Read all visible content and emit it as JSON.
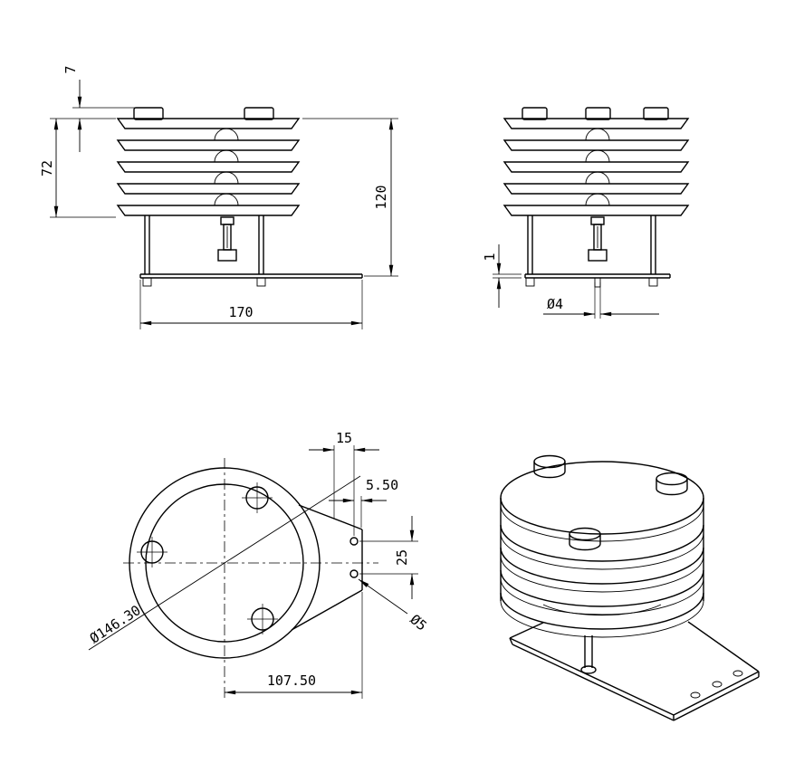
{
  "drawing": {
    "front_view": {
      "dim_cap_height": "7",
      "dim_louver_height": "72",
      "dim_total_height": "120",
      "dim_base_width": "170"
    },
    "side_view": {
      "dim_plate_thickness": "1",
      "dim_hole_diameter": "Ø4"
    },
    "top_view": {
      "dim_tab_width": "15",
      "dim_hole_edge_offset": "5.50",
      "dim_hole_spacing": "25",
      "dim_tab_hole_diameter": "Ø5",
      "dim_outer_diameter": "Ø146.30",
      "dim_center_to_tab": "107.50"
    }
  }
}
